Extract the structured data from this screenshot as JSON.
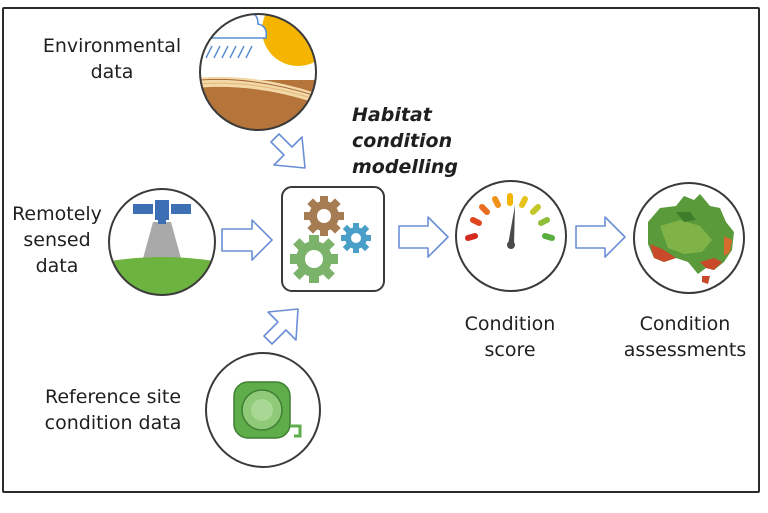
{
  "labels": {
    "environmental": [
      "Environmental",
      "data"
    ],
    "remote": [
      "Remotely",
      "sensed",
      "data"
    ],
    "reference": [
      "Reference site",
      "condition  data"
    ],
    "modelling": [
      "Habitat",
      "condition",
      "modelling"
    ],
    "score": [
      "Condition",
      "score"
    ],
    "assessments": [
      "Condition",
      "assessments"
    ]
  },
  "colors": {
    "arrow_stroke": "#6b8fd6",
    "circle_stroke": "#3a3a3a",
    "grass": "#6db33f",
    "soil": "#b5743a",
    "sun": "#f4b400",
    "satellite": "#3d6fb4",
    "gear_brown": "#a67c52",
    "gear_blue": "#4a9fc9",
    "gear_green": "#7cb36b",
    "tape": "#5fad4a"
  },
  "icons": {
    "environmental": "weather-soil-icon",
    "remote": "satellite-icon",
    "modelling": "gears-icon",
    "score": "gauge-icon",
    "assessments": "australia-map-icon",
    "reference": "tape-measure-icon"
  }
}
